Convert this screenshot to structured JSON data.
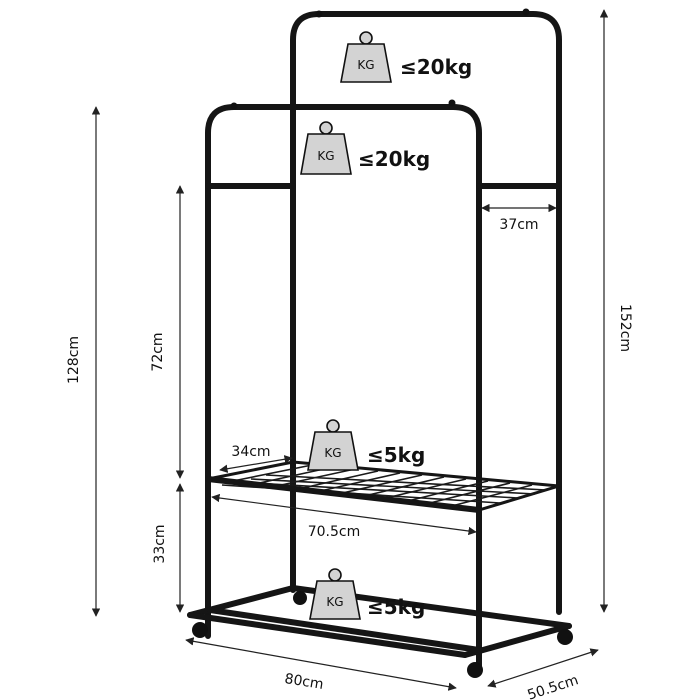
{
  "loads": {
    "top_rail": "≤20kg",
    "front_rail": "≤20kg",
    "shelf": "≤5kg",
    "base": "≤5kg",
    "weight_label": "KG"
  },
  "dimensions": {
    "total_height": "152cm",
    "front_height": "128cm",
    "hanging_height": "72cm",
    "shelf_height": "33cm",
    "rail_spacing": "37cm",
    "shelf_depth": "34cm",
    "shelf_width": "70.5cm",
    "base_width": "80cm",
    "base_depth": "50.5cm"
  }
}
